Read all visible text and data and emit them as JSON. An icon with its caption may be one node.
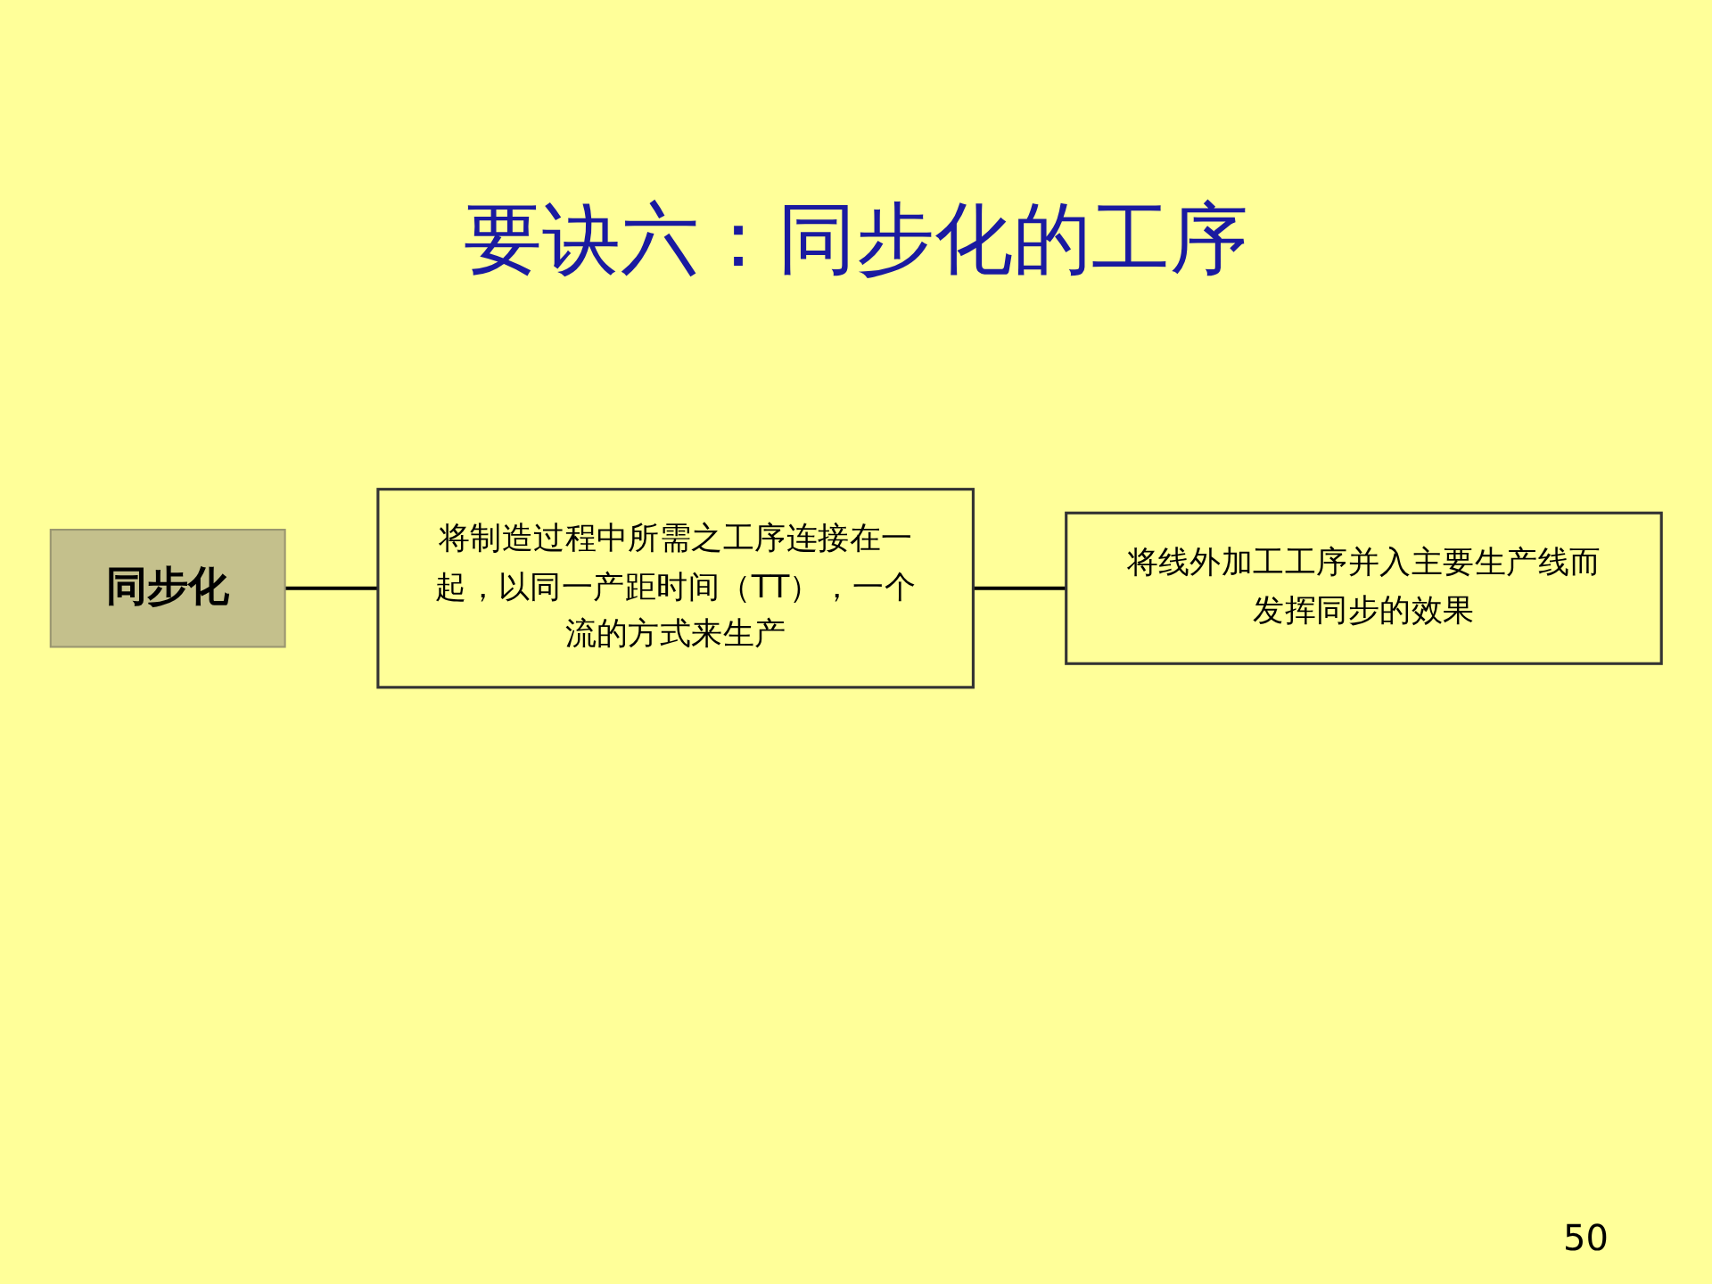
{
  "diagram": {
    "title": "要诀六：同步化的工序",
    "nodes": [
      {
        "text": [
          "同步化"
        ]
      },
      {
        "text": [
          "将制造过程中所需之工序连接在一起，以同一产距时间（TT），一个流的方式来生产"
        ]
      },
      {
        "text": [
          "将线外加工工序并入主要生产线而发挥同步的效果"
        ]
      }
    ],
    "edges": [
      {
        "from": 0,
        "to": 1,
        "arrow": "none"
      },
      {
        "from": 1,
        "to": 2,
        "arrow": "none"
      }
    ],
    "labels": [
      "50"
    ]
  }
}
